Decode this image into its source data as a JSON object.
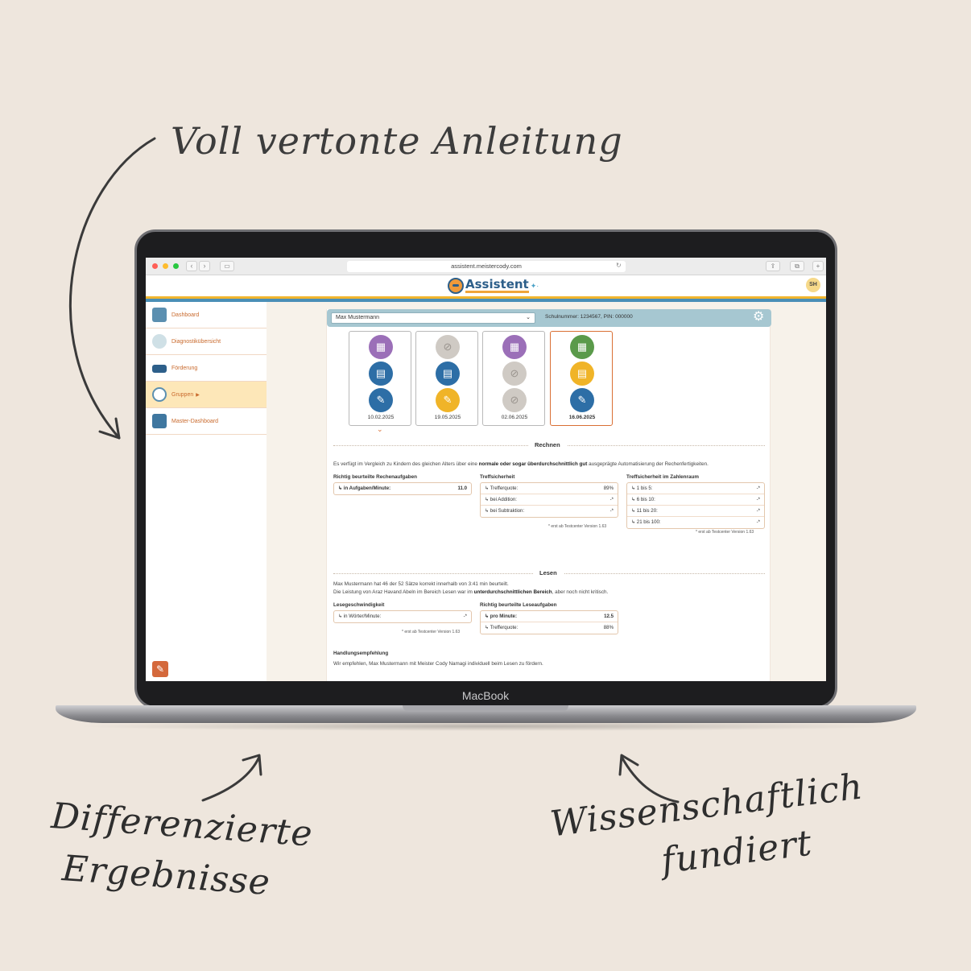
{
  "captions": {
    "top": "Voll vertonte Anleitung",
    "left_line1": "Differenzierte",
    "left_line2": "Ergebnisse",
    "right_line1": "Wissenschaftlich",
    "right_line2": "fundiert"
  },
  "laptop": {
    "brand": "MacBook"
  },
  "browser": {
    "url": "assistent.meistercody.com"
  },
  "app": {
    "logo_text": "Assistent",
    "avatar": "SH",
    "colors": {
      "accent": "#d96f34",
      "stripe_yellow": "#f1b52e",
      "stripe_blue": "#4a8fb7",
      "bar": "#a6c7d1"
    }
  },
  "sidebar": {
    "items": [
      {
        "label": "Dashboard",
        "icon": "dashboard-icon"
      },
      {
        "label": "Diagnostikübersicht",
        "icon": "diagnostics-icon"
      },
      {
        "label": "Förderung",
        "icon": "graduation-cap-icon"
      },
      {
        "label": "Gruppen",
        "icon": "group-icon",
        "active": true
      },
      {
        "label": "Master-Dashboard",
        "icon": "master-dashboard-icon"
      }
    ]
  },
  "student": {
    "name": "Max Mustermann",
    "info": "Schulnummer: 1234567, PIN: 000000"
  },
  "tests": [
    {
      "date": "10.02.2025",
      "icons": [
        "calculator-icon",
        "book-icon",
        "pencil-icon"
      ],
      "colors": [
        "#9b6fb8",
        "#2d6ea6",
        "#2d6ea6"
      ]
    },
    {
      "date": "19.05.2025",
      "icons": [
        "disabled-icon",
        "book-icon",
        "pencil-icon"
      ],
      "colors": [
        "#cfcac4",
        "#2d6ea6",
        "#f0b428"
      ]
    },
    {
      "date": "02.06.2025",
      "icons": [
        "calculator-icon",
        "disabled-icon",
        "disabled-icon"
      ],
      "colors": [
        "#9b6fb8",
        "#cfcac4",
        "#cfcac4"
      ]
    },
    {
      "date": "16.06.2025",
      "icons": [
        "calculator-icon",
        "book-icon",
        "pencil-icon"
      ],
      "colors": [
        "#5a9a4a",
        "#f0b428",
        "#2d6ea6"
      ],
      "selected": true
    }
  ],
  "rechnen": {
    "title": "Rechnen",
    "text_pre": "Es verfügt im Vergleich zu Kindern des gleichen Alters über eine ",
    "text_bold": "normale oder sogar überdurchschnittlich gut",
    "text_post": " ausgeprägte Automatisierung der Rechenfertigkeiten.",
    "col1_title": "Richtig beurteilte Rechenaufgaben",
    "col1_rows": [
      {
        "label": "↳ in Aufgaben/Minute:",
        "value": "11.0"
      }
    ],
    "col2_title": "Treffsicherheit",
    "col2_rows": [
      {
        "label": "↳ Trefferquote:",
        "value": "89%"
      },
      {
        "label": "↳ bei Addition:",
        "value": "-*"
      },
      {
        "label": "↳ bei Subtraktion:",
        "value": "-*"
      }
    ],
    "col2_note": "* erst ab Testcenter Version 1.63",
    "col3_title": "Treffsicherheit im Zahlenraum",
    "col3_rows": [
      {
        "label": "↳ 1 bis 5:",
        "value": "-*"
      },
      {
        "label": "↳ 6 bis 10:",
        "value": "-*"
      },
      {
        "label": "↳ 11 bis 20:",
        "value": "-*"
      },
      {
        "label": "↳ 21 bis 100:",
        "value": "-*"
      }
    ],
    "col3_note": "* erst ab Testcenter Version 1.63"
  },
  "lesen": {
    "title": "Lesen",
    "line1": "Max Mustermann hat 46 der 52 Sätze korrekt innerhalb von 3:41 min beurteilt.",
    "line2_pre": "Die Leistung von Araz Havand Abeln im Bereich Lesen war im ",
    "line2_bold": "unterdurchschnittlichen Bereich",
    "line2_post": ", aber noch nicht kritisch.",
    "col1_title": "Lesegeschwindigkeit",
    "col1_rows": [
      {
        "label": "↳ in Wörter/Minute:",
        "value": "-*"
      }
    ],
    "col1_note": "* erst ab Testcenter Version 1.63",
    "col2_title": "Richtig beurteilte Leseaufgaben",
    "col2_rows": [
      {
        "label": "↳ pro Minute:",
        "value": "12.5"
      },
      {
        "label": "↳ Trefferquote:",
        "value": "88%"
      }
    ]
  },
  "handlung": {
    "title": "Handlungsempfehlung",
    "text": "Wir empfehlen, Max Mustermann mit Meister Cody Namagi individuell beim Lesen zu fördern."
  }
}
